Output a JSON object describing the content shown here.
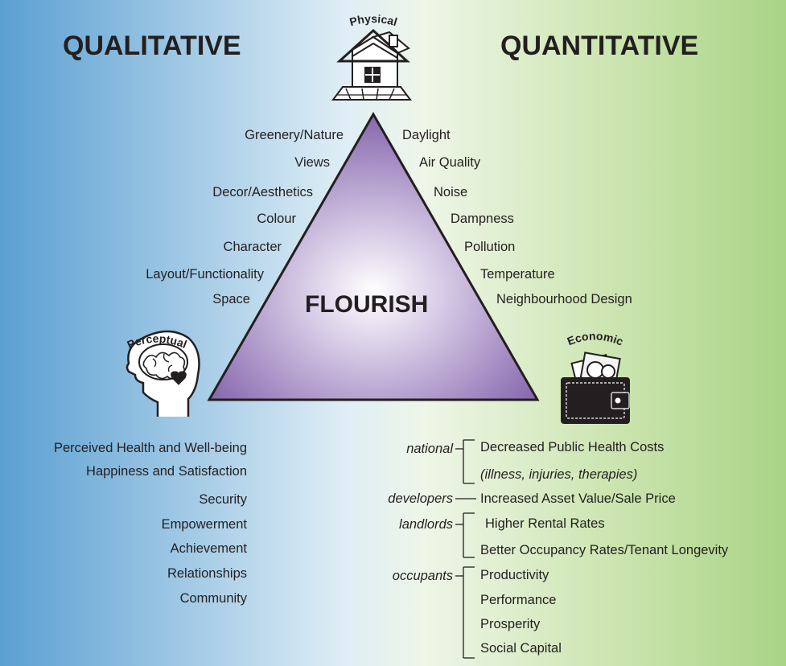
{
  "headings": {
    "left": "QUALITATIVE",
    "right": "QUANTITATIVE"
  },
  "center": "FLOURISH",
  "vertices": {
    "top": "Physical",
    "left": "Perceptual",
    "right": "Economic"
  },
  "left_factors": [
    "Greenery/Nature",
    "Views",
    "Decor/Aesthetics",
    "Colour",
    "Character",
    "Layout/Functionality",
    "Space"
  ],
  "right_factors": [
    "Daylight",
    "Air Quality",
    "Noise",
    "Dampness",
    "Pollution",
    "Temperature",
    "Neighbourhood Design"
  ],
  "perceptual_outcomes": [
    "Perceived Health and Well-being",
    "Happiness and Satisfaction",
    "Security",
    "Empowerment",
    "Achievement",
    "Relationships",
    "Community"
  ],
  "economic": {
    "stakeholders": [
      "national",
      "developers",
      "landlords",
      "occupants"
    ],
    "outcomes": [
      "Decreased Public Health Costs",
      "(illness, injuries, therapies)",
      "Increased Asset Value/Sale Price",
      "Higher Rental Rates",
      "Better Occupancy Rates/Tenant Longevity",
      "Productivity",
      "Performance",
      "Prosperity",
      "Social Capital"
    ]
  },
  "colors": {
    "triangle": "#8a6bb0",
    "left_bg": "#5aa0d2",
    "right_bg": "#a9d486",
    "text": "#231f20"
  }
}
